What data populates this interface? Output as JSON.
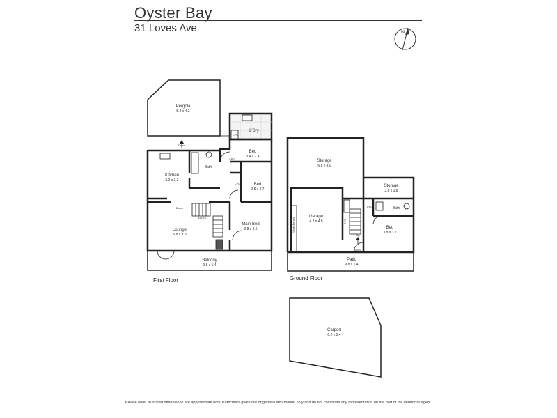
{
  "header": {
    "title": "Oyster Bay",
    "subtitle": "31 Loves Ave"
  },
  "floors": {
    "first": "First Floor",
    "ground": "Ground Floor"
  },
  "rooms": {
    "pergola": {
      "name": "Pergola",
      "dims": "5.4 x 4.2"
    },
    "ldry": {
      "name": "L'Dry"
    },
    "bed1": {
      "name": "Bed",
      "dims": "3.4 x 2.4"
    },
    "bed2": {
      "name": "Bed",
      "dims": "2.5 x 2.7"
    },
    "kitchen": {
      "name": "Kitchen",
      "dims": "3.2 x 3.2"
    },
    "bath1": {
      "name": "Bath"
    },
    "lounge": {
      "name": "Lounge",
      "dims": "5.8 x 3.9"
    },
    "mainbed": {
      "name": "Main Bed",
      "dims": "3.8 x 3.6"
    },
    "balcony": {
      "name": "Balcony",
      "dims": "9.8 x 1.4"
    },
    "storage1": {
      "name": "Storage",
      "dims": "6.8 x 4.0"
    },
    "storage2": {
      "name": "Storage",
      "dims": "3.8 x 1.8"
    },
    "garage": {
      "name": "Garage",
      "dims": "4.2 x 4.8"
    },
    "bath2": {
      "name": "Bath"
    },
    "bed3": {
      "name": "Bed",
      "dims": "3.8 x 3.2"
    },
    "patio": {
      "name": "Patio",
      "dims": "9.8 x 1.4"
    },
    "carport": {
      "name": "Carport",
      "dims": "6.2 x 5.4"
    }
  },
  "small_labels": {
    "down1": "Down",
    "down2": "Down",
    "bench": "Bench",
    "cpd1": "CPD",
    "cpd2": "CPD",
    "cpd3": "CPD",
    "cpd4": "CPD",
    "cpd5": "CPD",
    "up": "Up",
    "entry": "Entry",
    "workbench": "Work Bench"
  },
  "compass_letter": "N",
  "disclaimer": "Please note: all stated dimensions are approximate only. Particulars given are or general information only and do not constitute any representation on the part of the vendor or agent."
}
